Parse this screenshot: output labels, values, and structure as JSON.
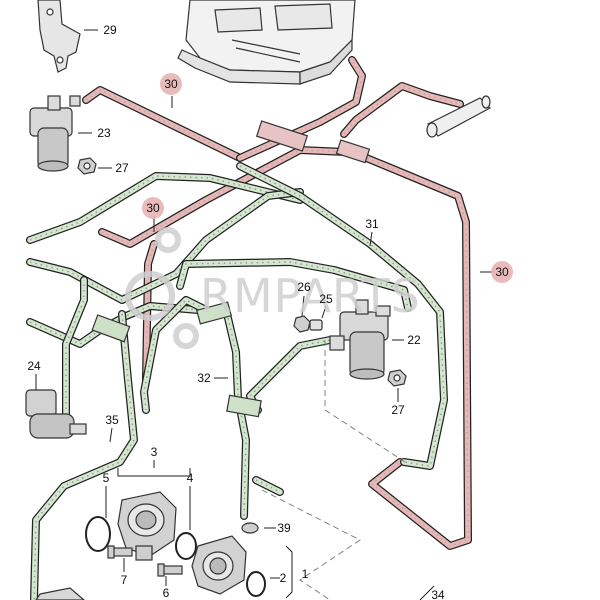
{
  "labels": {
    "l1": "1",
    "l2": "2",
    "l3": "3",
    "l4": "4",
    "l5": "5",
    "l6": "6",
    "l7": "7",
    "l22": "22",
    "l23": "23",
    "l24": "24",
    "l25": "25",
    "l26": "26",
    "l27a": "27",
    "l27b": "27",
    "l29": "29",
    "l30a": "30",
    "l30b": "30",
    "l30c": "30",
    "l31": "31",
    "l32": "32",
    "l34": "34",
    "l35": "35",
    "l39": "39"
  },
  "watermark": {
    "text": "RMPARTS"
  },
  "colors": {
    "green_hose": "#d4e6cf",
    "red_hose": "#e6b7b7",
    "callout_highlight": "#e8b4b4",
    "outline": "#222222"
  }
}
